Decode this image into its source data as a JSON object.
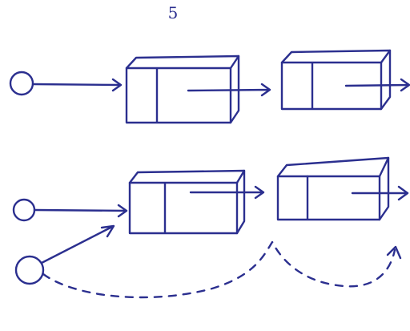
{
  "page_label": "5",
  "colors": {
    "ink": "#2b2f8f",
    "paper": "#ffffff"
  },
  "diagram": {
    "type": "linked-list-sketch",
    "rows": [
      {
        "pointers": 1,
        "nodes": 2,
        "last_node_has_outgoing_arrow": true
      },
      {
        "pointers": 2,
        "nodes": 2,
        "last_node_has_outgoing_arrow": true,
        "dashed_traversal_arrow": true
      }
    ]
  }
}
